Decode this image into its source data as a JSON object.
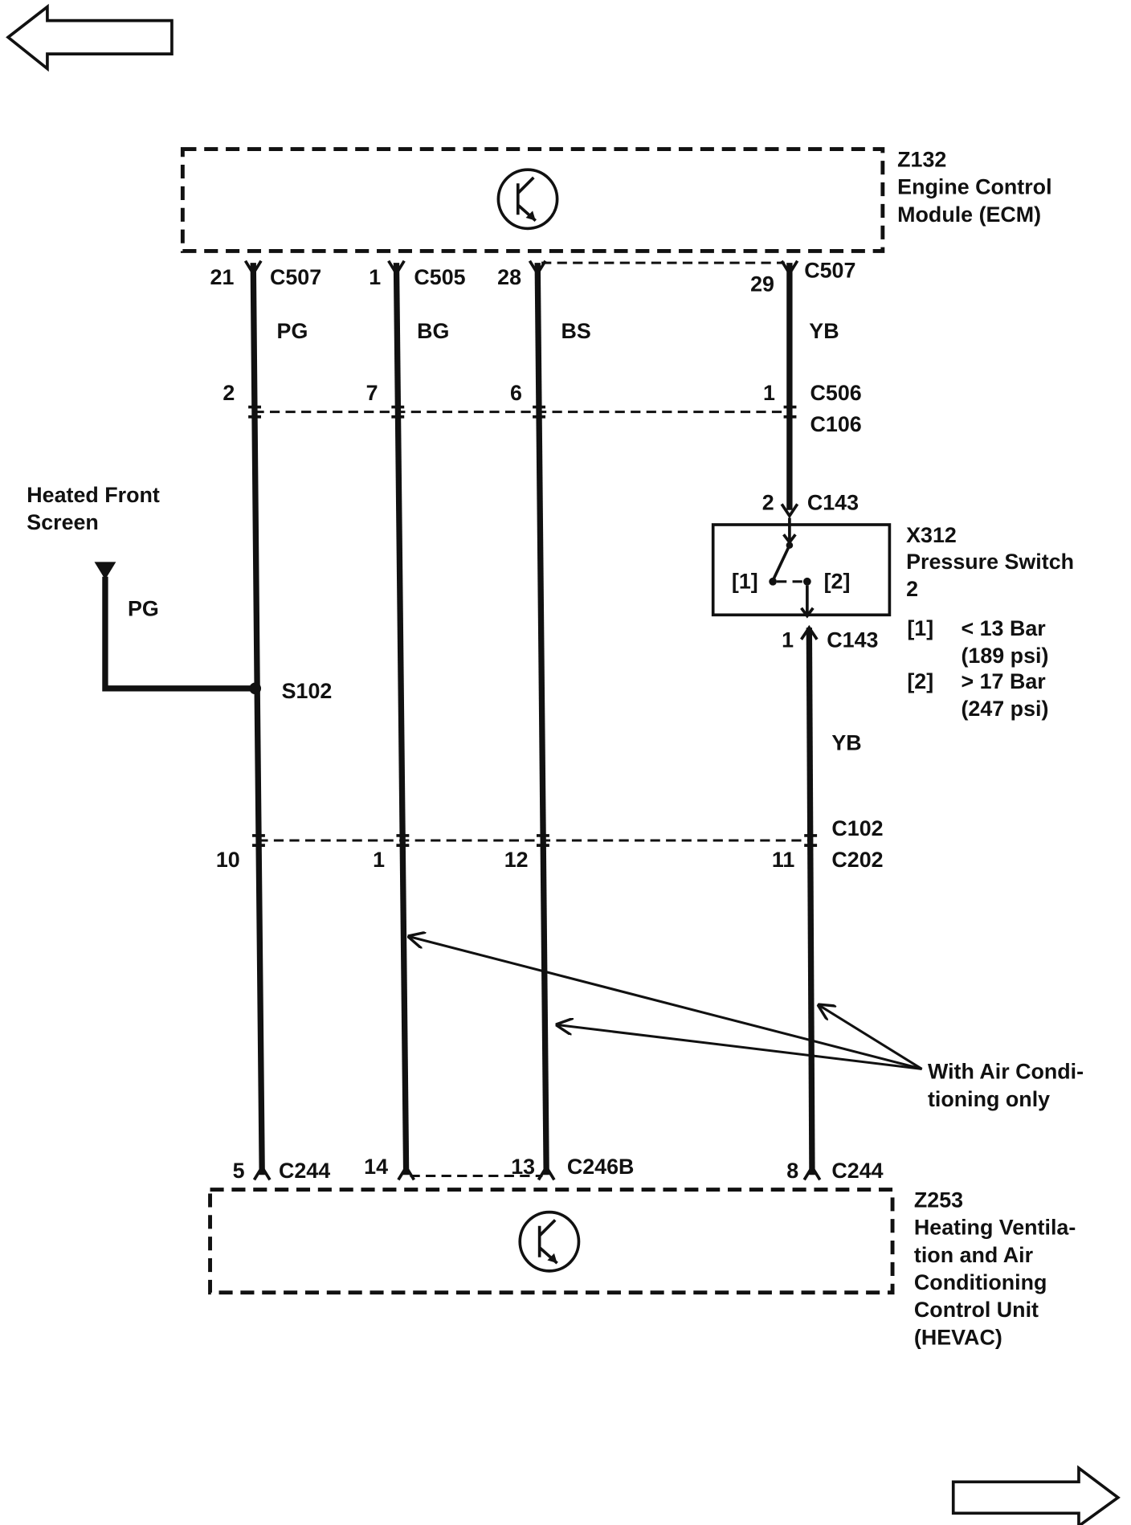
{
  "navigation": {
    "back_icon": "arrow-left-icon",
    "forward_icon": "arrow-right-icon"
  },
  "ecm": {
    "id": "Z132",
    "name": [
      "Engine Control",
      "Module (ECM)"
    ]
  },
  "hevac": {
    "id": "Z253",
    "name": [
      "Heating Ventila-",
      "tion and Air",
      "Conditioning",
      "Control Unit",
      "(HEVAC)"
    ]
  },
  "wires": [
    {
      "top_pin": "21",
      "top_connector": "C507",
      "color": "PG",
      "c506_pin": "2",
      "c202_pin": "10",
      "bottom_pin": "5",
      "bottom_connector": "C244"
    },
    {
      "top_pin": "1",
      "top_connector": "C505",
      "color": "BG",
      "c506_pin": "7",
      "c202_pin": "1",
      "bottom_pin": "14"
    },
    {
      "top_pin": "28",
      "color": "BS",
      "c506_pin": "6",
      "c202_pin": "12",
      "bottom_pin": "13",
      "bottom_connector": "C246B"
    },
    {
      "top_pin": "29",
      "top_connector": "C507",
      "color": "YB",
      "c506_pin": "1",
      "switch_in_pin": "2",
      "switch_in_connector": "C143",
      "switch_out_pin": "1",
      "switch_out_connector": "C143",
      "color_lower": "YB",
      "c202_pin": "11",
      "bottom_pin": "8",
      "bottom_connector": "C244"
    }
  ],
  "inline_connectors": {
    "upper": [
      "C506",
      "C106"
    ],
    "lower": [
      "C102",
      "C202"
    ]
  },
  "heated_front_screen": {
    "label": [
      "Heated Front",
      "Screen"
    ],
    "color": "PG",
    "splice": "S102"
  },
  "pressure_switch": {
    "id": "X312",
    "name": "Pressure Switch",
    "subtitle": "2",
    "contacts": [
      "[1]",
      "[2]"
    ],
    "legend": [
      {
        "key": "[1]",
        "value": "< 13 Bar",
        "value_psi": "(189 psi)"
      },
      {
        "key": "[2]",
        "value": "> 17 Bar",
        "value_psi": "(247 psi)"
      }
    ]
  },
  "note": [
    "With Air Condi-",
    "tioning only"
  ]
}
